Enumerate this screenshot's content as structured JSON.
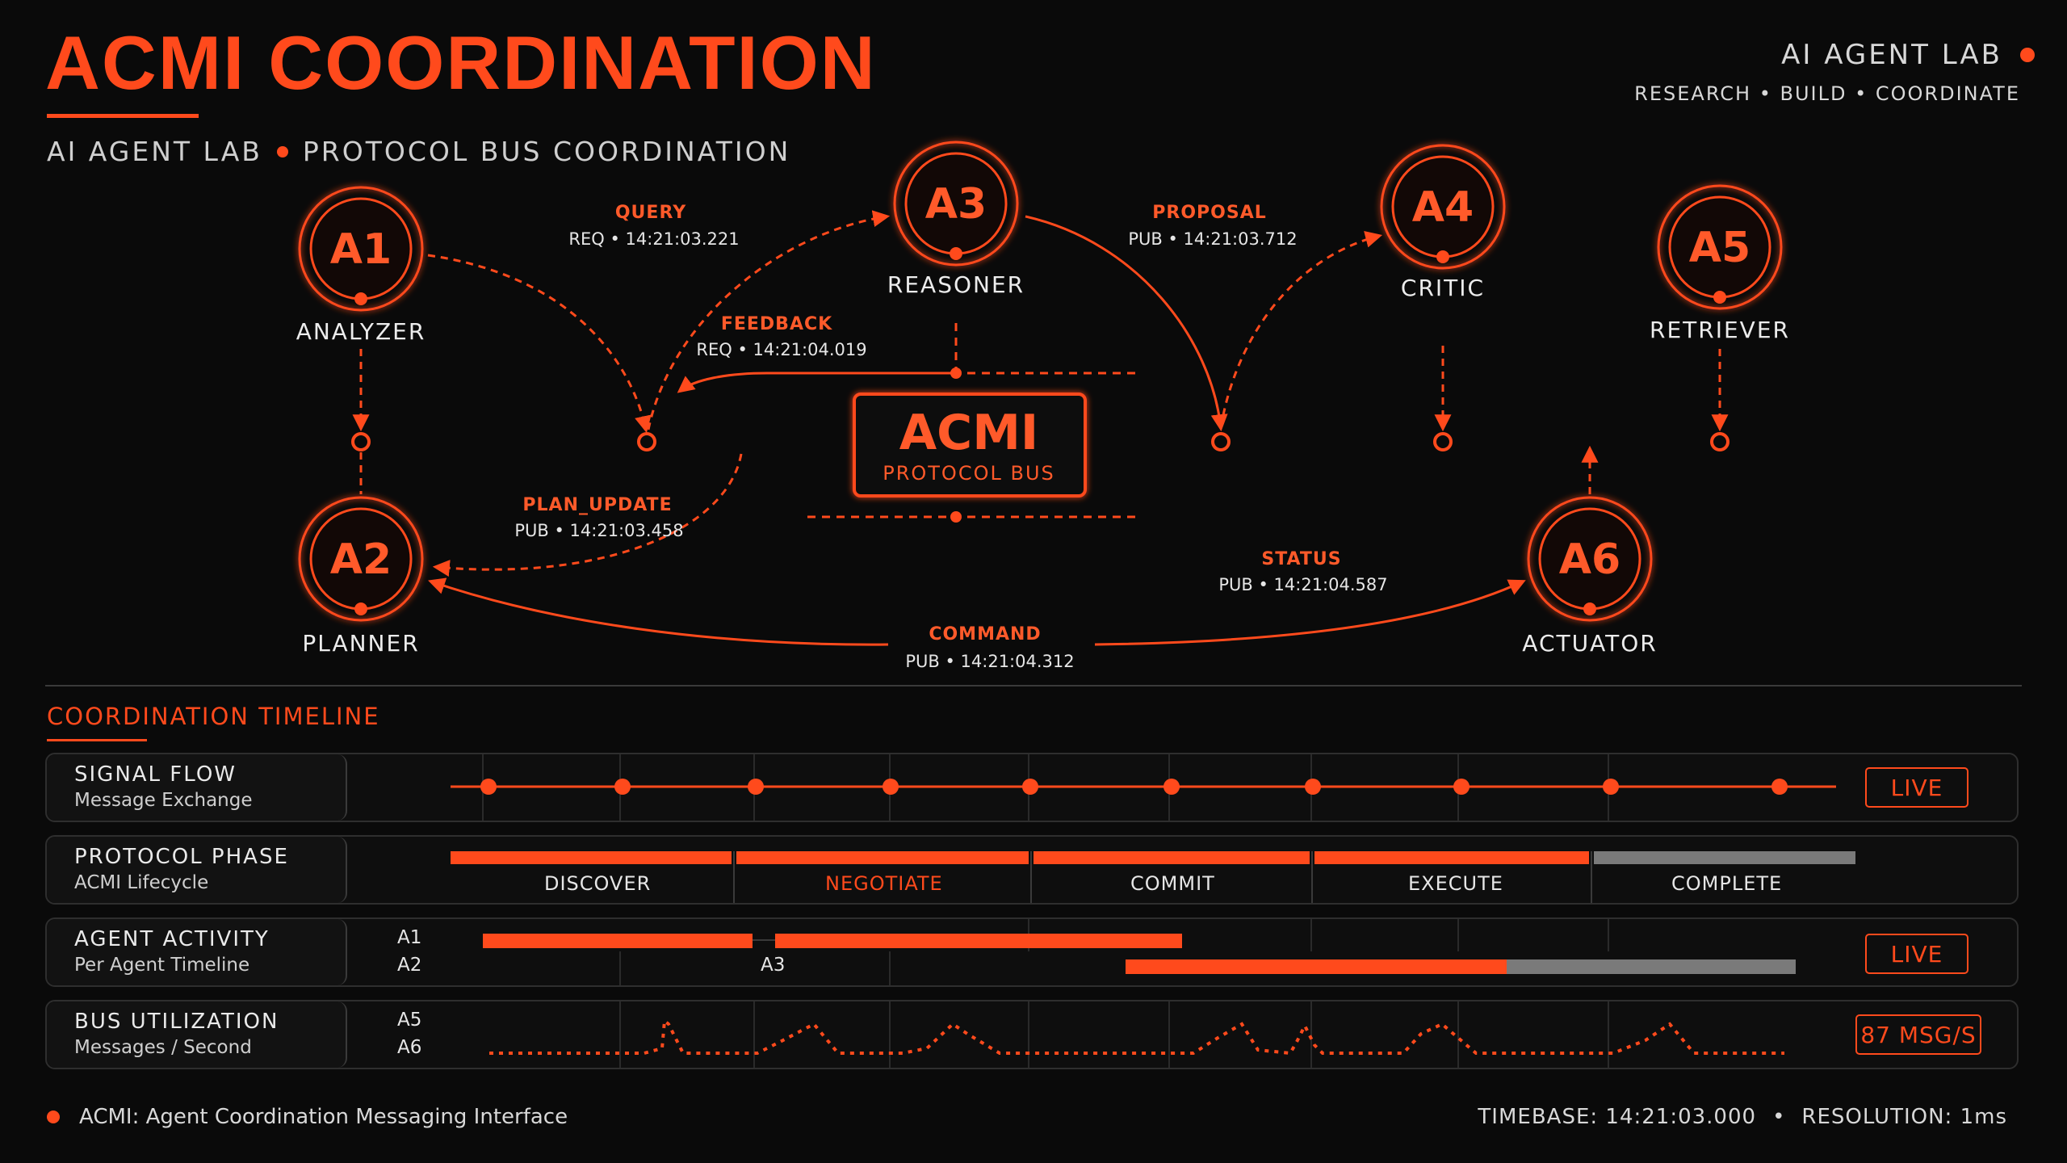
{
  "header": {
    "title": "ACMI COORDINATION",
    "subtitle_left": "AI AGENT LAB",
    "subtitle_right": "PROTOCOL BUS COORDINATION",
    "brand": "AI AGENT LAB",
    "tagline": "RESEARCH • BUILD • COORDINATE"
  },
  "colors": {
    "accent": "#ff4a1c",
    "muted": "#7a7a7a",
    "background": "#0a0a0a"
  },
  "bus": {
    "title": "ACMI",
    "subtitle": "PROTOCOL BUS"
  },
  "agents": [
    {
      "id": "A1",
      "name": "ANALYZER"
    },
    {
      "id": "A2",
      "name": "PLANNER"
    },
    {
      "id": "A3",
      "name": "REASONER"
    },
    {
      "id": "A4",
      "name": "CRITIC"
    },
    {
      "id": "A5",
      "name": "RETRIEVER"
    },
    {
      "id": "A6",
      "name": "ACTUATOR"
    }
  ],
  "messages": [
    {
      "type": "QUERY",
      "detail": "REQ • 14:21:03.221"
    },
    {
      "type": "FEEDBACK",
      "detail": "REQ • 14:21:04.019"
    },
    {
      "type": "PROPOSAL",
      "detail": "PUB • 14:21:03.712"
    },
    {
      "type": "PLAN_UPDATE",
      "detail": "PUB • 14:21:03.458"
    },
    {
      "type": "STATUS",
      "detail": "PUB • 14:21:04.587"
    },
    {
      "type": "COMMAND",
      "detail": "PUB • 14:21:04.312"
    }
  ],
  "timeline": {
    "title": "COORDINATION TIMELINE",
    "rows": [
      {
        "name": "SIGNAL FLOW",
        "desc": "Message Exchange",
        "badge": "LIVE"
      },
      {
        "name": "PROTOCOL PHASE",
        "desc": "ACMI Lifecycle"
      },
      {
        "name": "AGENT ACTIVITY",
        "desc": "Per Agent Timeline",
        "badge": "LIVE"
      },
      {
        "name": "BUS UTILIZATION",
        "desc": "Messages / Second",
        "badge": "87 MSG/S"
      }
    ],
    "phases": [
      "DISCOVER",
      "NEGOTIATE",
      "COMMIT",
      "EXECUTE",
      "COMPLETE"
    ],
    "activity_labels": [
      "A1",
      "A2",
      "A3"
    ],
    "utilization_labels": [
      "A5",
      "A6"
    ]
  },
  "footer": {
    "definition": "ACMI: Agent Coordination Messaging Interface",
    "timebase": "TIMEBASE: 14:21:03.000",
    "separator": "•",
    "resolution": "RESOLUTION: 1ms"
  }
}
